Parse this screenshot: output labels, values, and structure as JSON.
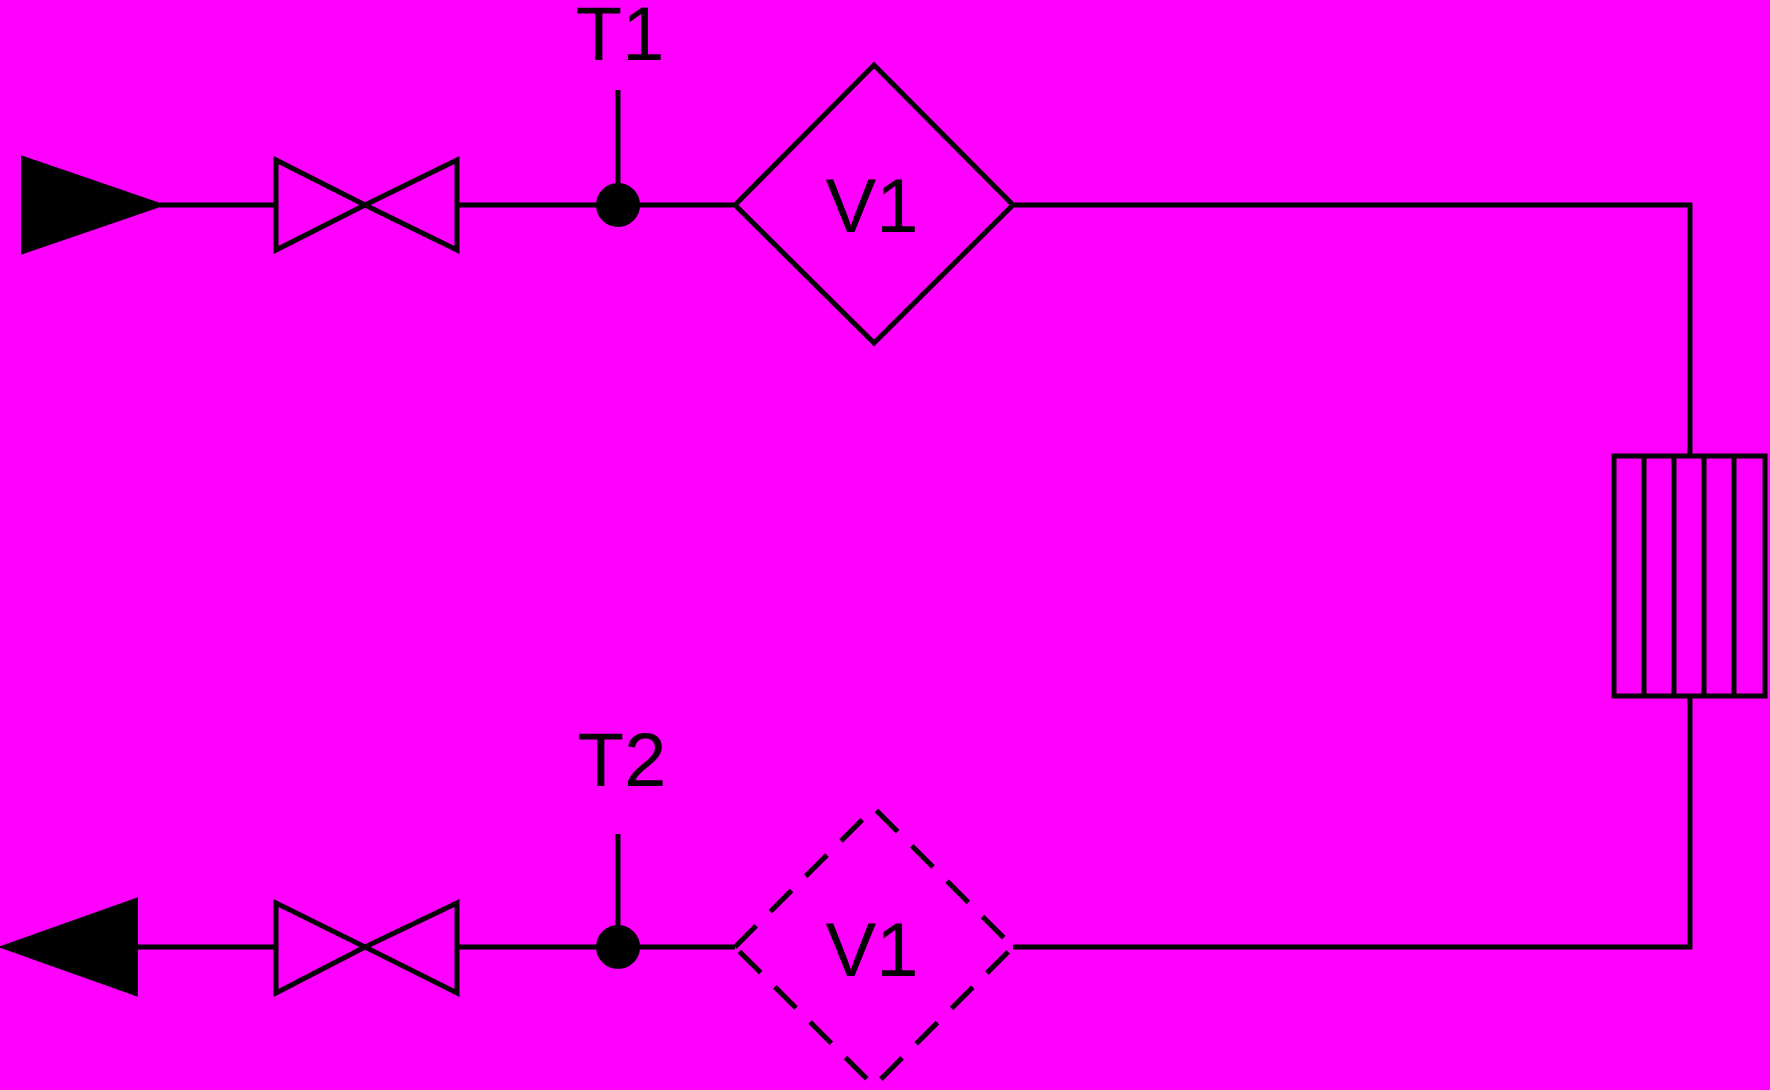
{
  "diagram": {
    "background_color": "#ff00ff",
    "line_color": "#000000",
    "supply_line": {
      "sensor_label": "T1",
      "meter_label": "V1",
      "meter_style": "solid",
      "arrow_icon": "inlet-arrow-icon"
    },
    "return_line": {
      "sensor_label": "T2",
      "meter_label": "V1",
      "meter_style": "dashed",
      "arrow_icon": "outlet-arrow-icon"
    },
    "heat_exchanger": {
      "icon": "heat-exchanger-icon",
      "plate_count": 5
    },
    "valves": {
      "icon": "valve-icon"
    }
  }
}
